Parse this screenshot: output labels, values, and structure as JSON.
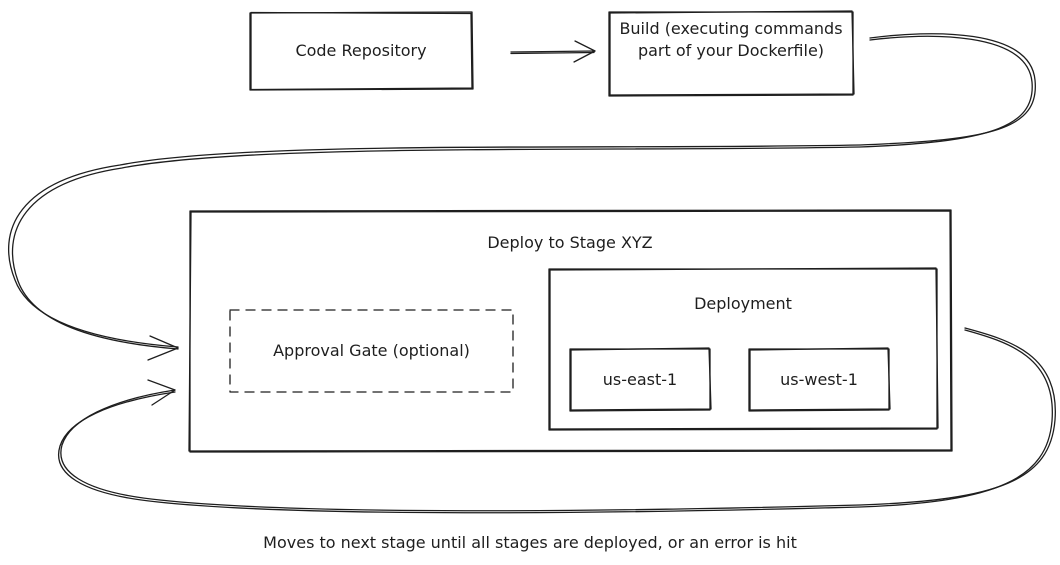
{
  "nodes": {
    "code_repository": "Code Repository",
    "build": "Build (executing commands part of your Dockerfile)",
    "stage": "Deploy to Stage XYZ",
    "approval_gate": "Approval Gate (optional)",
    "deployment": "Deployment",
    "region_east": "us-east-1",
    "region_west": "us-west-1"
  },
  "footer_note": "Moves to next stage until all stages are deployed, or an error is hit",
  "colors": {
    "stroke": "#1e1e1e",
    "background": "#ffffff"
  }
}
